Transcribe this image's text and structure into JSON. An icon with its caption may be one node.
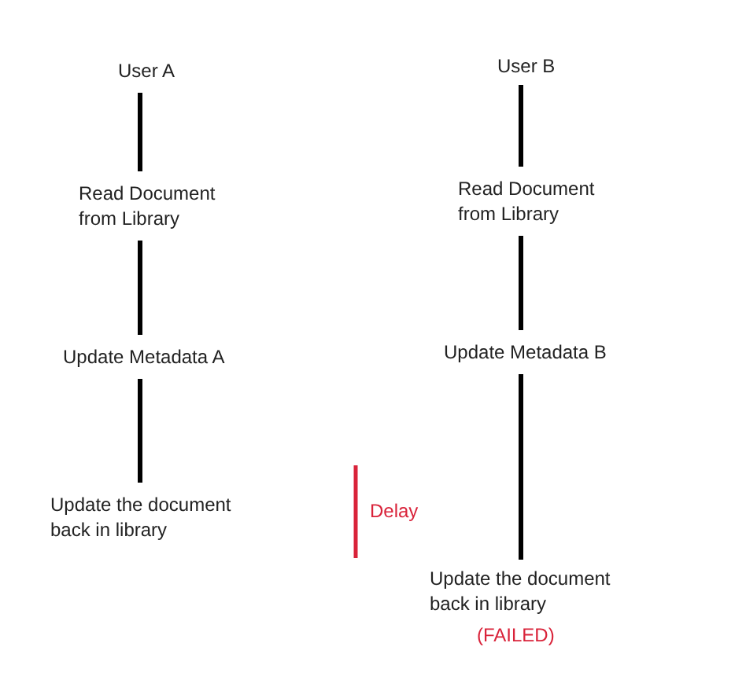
{
  "diagram": {
    "nodes": [
      {
        "text": [
          "User A"
        ]
      },
      {
        "text": [
          "Read Document from Library"
        ]
      },
      {
        "text": [
          "Update Metadata A"
        ]
      },
      {
        "text": [
          "Update the document back in library"
        ]
      },
      {
        "text": [
          "User B"
        ]
      },
      {
        "text": [
          "Read Document from Library"
        ]
      },
      {
        "text": [
          "Update Metadata B"
        ]
      },
      {
        "text": [
          "Update the document back in library"
        ],
        "beside": [
          "(FAILED)"
        ]
      }
    ],
    "edges": [
      {
        "from": 0,
        "to": 1,
        "arrow": "none"
      },
      {
        "from": 1,
        "to": 2,
        "arrow": "none"
      },
      {
        "from": 2,
        "to": 3,
        "arrow": "none"
      },
      {
        "from": 4,
        "to": 5,
        "arrow": "none"
      },
      {
        "from": 5,
        "to": 6,
        "arrow": "none"
      },
      {
        "from": 6,
        "to": 7,
        "arrow": "none"
      }
    ],
    "labels": [
      "Delay"
    ]
  }
}
